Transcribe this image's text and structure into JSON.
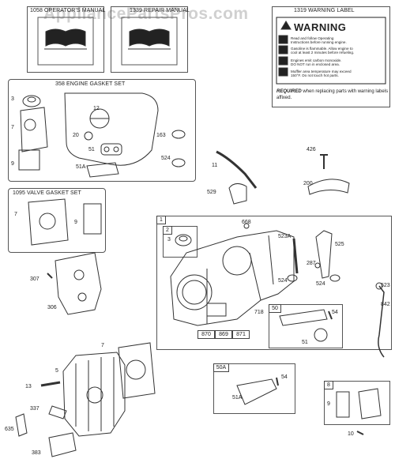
{
  "watermark": "AppliancePartsPros.com",
  "manuals": {
    "operators": "1058 OPERATOR'S MANUAL",
    "repair": "1339 REPAIR MANUAL",
    "warning_box": "1319 WARNING LABEL",
    "warning_title": "WARNING",
    "warning_lines": [
      "Read and follow Operating",
      "Instructions before running engine.",
      "Gasoline is flammable. Allow engine to",
      "cool at least 2 minutes before refueling.",
      "Engines emit carbon monoxide.",
      "DO NOT run in enclosed area.",
      "Muffler area temperature may exceed",
      "150°F. Do not touch hot parts."
    ],
    "required_bold": "REQUIRED",
    "required_text": " when replacing parts with warning labels affixed."
  },
  "gasket_set": {
    "title": "358 ENGINE GASKET SET",
    "labels": [
      "3",
      "7",
      "9",
      "12",
      "20",
      "51",
      "51A",
      "163",
      "524"
    ]
  },
  "valve_gasket_set": {
    "title": "1095 VALVE GASKET SET",
    "labels": [
      "7",
      "9"
    ]
  },
  "block": {
    "box_number": "1",
    "sub_box": "2",
    "labels": [
      "3",
      "668",
      "523A",
      "525",
      "287",
      "524",
      "524",
      "718",
      "523",
      "842"
    ],
    "num_boxes": [
      "870",
      "869",
      "871"
    ],
    "sub50": {
      "number": "50",
      "labels": [
        "54",
        "51"
      ]
    }
  },
  "free_parts": {
    "labels": [
      "426",
      "11",
      "529",
      "200",
      "307",
      "306",
      "7",
      "5",
      "13",
      "337",
      "635",
      "383",
      "10"
    ]
  },
  "box50a": {
    "number": "50A",
    "labels": [
      "54",
      "51A"
    ]
  },
  "box8": {
    "number": "8",
    "labels": [
      "9"
    ]
  }
}
